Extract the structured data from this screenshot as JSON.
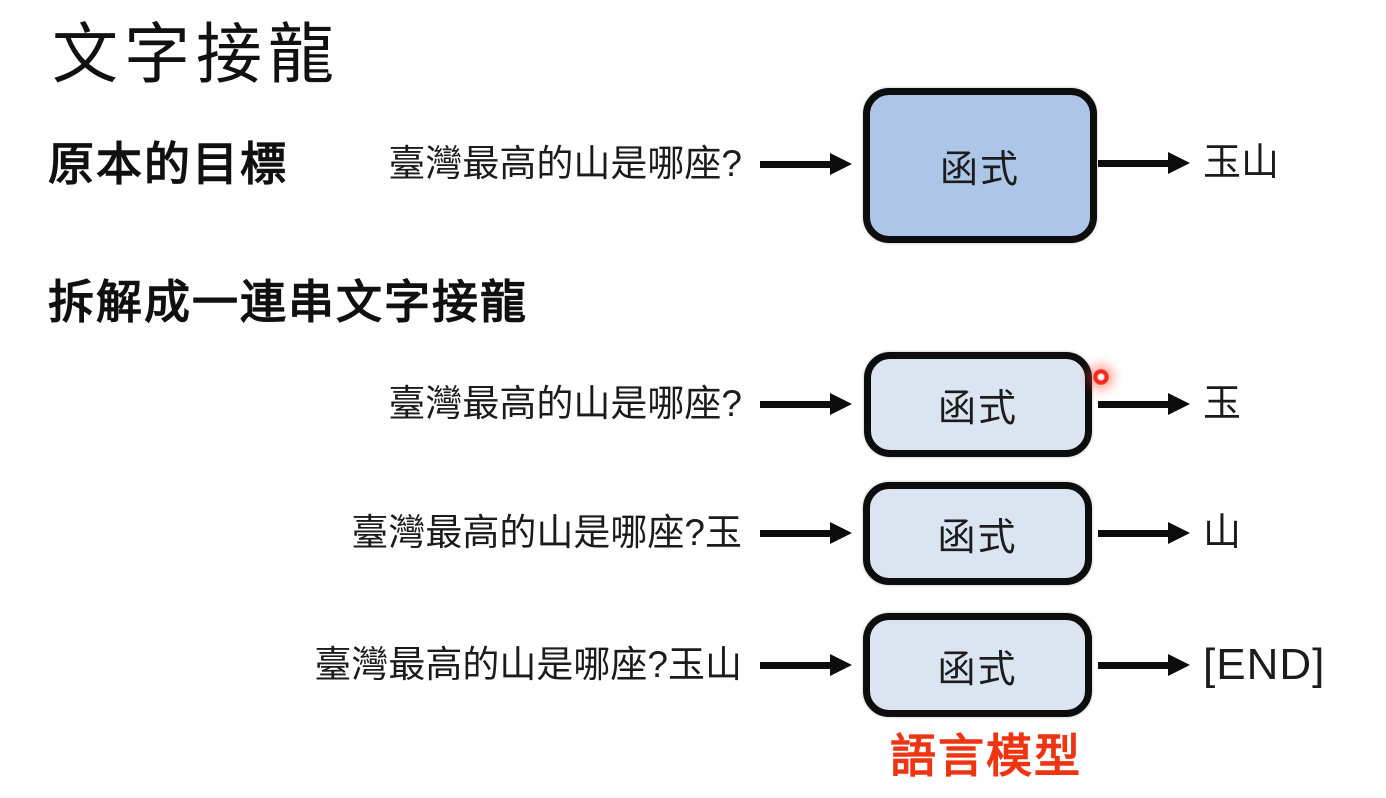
{
  "title": "文字接龍",
  "goal": {
    "heading": "原本的目標",
    "input": "臺灣最高的山是哪座?",
    "box_label": "函式",
    "output": "玉山"
  },
  "decompose": {
    "heading": "拆解成一連串文字接龍",
    "rows": [
      {
        "input": "臺灣最高的山是哪座?",
        "box_label": "函式",
        "output": "玉"
      },
      {
        "input": "臺灣最高的山是哪座?玉",
        "box_label": "函式",
        "output": "山"
      },
      {
        "input": "臺灣最高的山是哪座?玉山",
        "box_label": "函式",
        "output": "[END]"
      }
    ],
    "footer_label": "語言模型"
  },
  "colors": {
    "goal-box-fill": "#adc5e7",
    "chain-box-fill": "#dbe4f1",
    "box-border": "#0d0d0d",
    "arrow-black": "#0c0c0c",
    "footer-red": "#ee3410",
    "laser-red": "#f3291a"
  }
}
